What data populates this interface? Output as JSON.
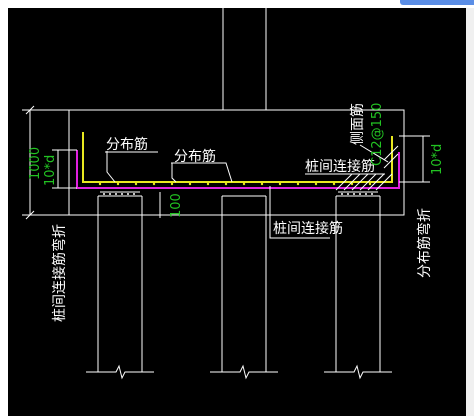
{
  "drawing": {
    "colors": {
      "background": "#000000",
      "outline": "#ffffff",
      "main_rebar": "#e020e0",
      "side_rebar": "#e8e820",
      "dimension": "#22c322",
      "frame": "#f0f0f0"
    },
    "labels": {
      "distribution_bar_left": "分布筋",
      "distribution_bar_mid": "分布筋",
      "pile_connecting_bar_right": "桩间连接筋",
      "pile_connecting_bar_bottom": "桩间连接筋",
      "pile_connecting_bar_bend": "桩间连接筋弯折",
      "distribution_bar_bend": "分布筋弯折",
      "side_face_bar": "侧面筋",
      "side_spec": "C12@150"
    },
    "dimensions": {
      "cap_height": "1000",
      "bend_left": "10*d",
      "bend_right": "10*d",
      "pile_embed": "100"
    }
  }
}
